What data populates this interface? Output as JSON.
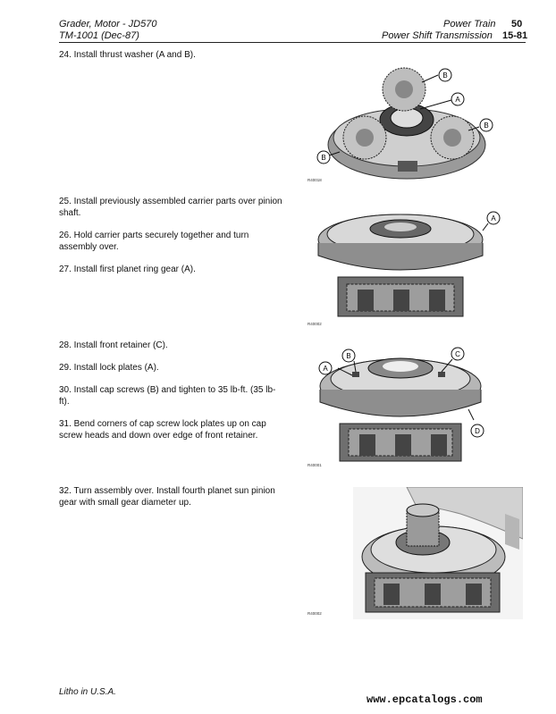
{
  "header": {
    "doc_title": "Grader, Motor - JD570",
    "doc_id": "TM-1001 (Dec-87)",
    "section": "Power Train",
    "section_no": "50",
    "subsection": "Power Shift Transmission",
    "page_ref": "15-81"
  },
  "steps": [
    {
      "text": "24. Install thrust washer (A and B)."
    },
    {
      "text": "25. Install previously assembled carrier parts over pinion shaft."
    },
    {
      "text": "26. Hold carrier parts securely together and turn assembly over."
    },
    {
      "text": "27. Install first planet ring gear (A)."
    },
    {
      "text": "28. Install front retainer (C)."
    },
    {
      "text": "29. Install lock plates (A)."
    },
    {
      "text": "30. Install cap screws (B) and tighten to 35 lb-ft. (35 lb-ft)."
    },
    {
      "text": "31. Bend corners of cap screw lock plates up on cap screw heads and down over edge of front retainer."
    },
    {
      "text": "32. Turn assembly over. Install fourth planet sun pinion gear with small gear diameter up."
    }
  ],
  "figures": [
    {
      "code": "R40018",
      "callouts": [
        "B",
        "A",
        "B",
        "B"
      ]
    },
    {
      "code": "R40002",
      "callouts": [
        "A"
      ]
    },
    {
      "code": "R40001",
      "callouts": [
        "B",
        "C",
        "A",
        "D"
      ]
    },
    {
      "code": "R40002",
      "callouts": []
    }
  ],
  "footer": {
    "litho": "Litho in U.S.A.",
    "website": "www.epcatalogs.com"
  }
}
